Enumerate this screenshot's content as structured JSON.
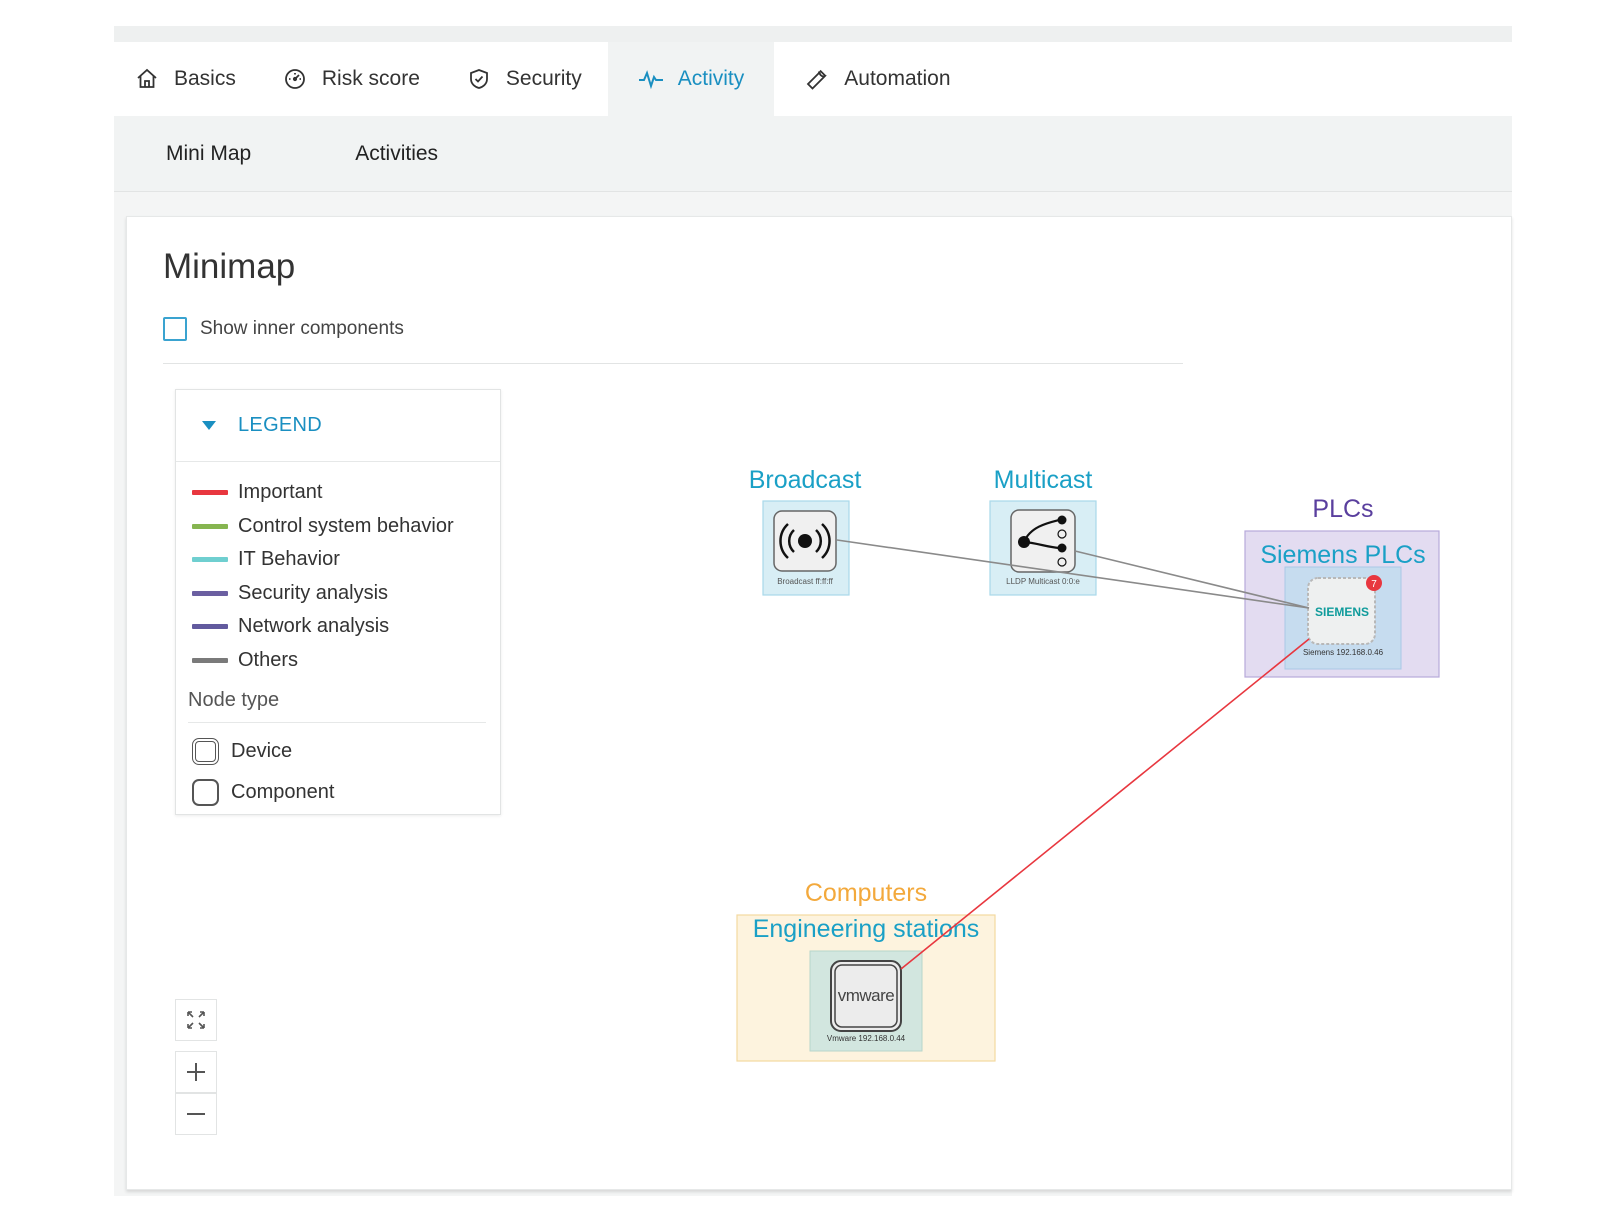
{
  "tabs": [
    {
      "label": "Basics",
      "icon": "home-icon"
    },
    {
      "label": "Risk score",
      "icon": "gauge-icon"
    },
    {
      "label": "Security",
      "icon": "shield-icon"
    },
    {
      "label": "Activity",
      "icon": "activity-pulse-icon",
      "active": true
    },
    {
      "label": "Automation",
      "icon": "wrench-icon"
    }
  ],
  "subtabs": [
    {
      "label": "Mini Map"
    },
    {
      "label": "Activities"
    }
  ],
  "card": {
    "title": "Minimap",
    "show_inner_label": "Show inner components",
    "show_inner_checked": false
  },
  "legend": {
    "header": "LEGEND",
    "items": [
      {
        "label": "Important",
        "color": "#e8373f"
      },
      {
        "label": "Control system behavior",
        "color": "#86b550"
      },
      {
        "label": "IT Behavior",
        "color": "#6fcfd0"
      },
      {
        "label": "Security analysis",
        "color": "#6b5fa1"
      },
      {
        "label": "Network analysis",
        "color": "#625a9e"
      },
      {
        "label": "Others",
        "color": "#7a7a7a"
      }
    ],
    "node_type_title": "Node type",
    "node_types": [
      {
        "label": "Device"
      },
      {
        "label": "Component"
      }
    ]
  },
  "map": {
    "groups": {
      "broadcast": "Broadcast",
      "multicast": "Multicast",
      "plcs": "PLCs",
      "siemens_plcs": "Siemens PLCs",
      "computers": "Computers",
      "engineering": "Engineering stations"
    },
    "nodes": {
      "broadcast": "Broadcast ff:ff:ff",
      "multicast": "LLDP Multicast 0:0:e",
      "siemens": "Siemens 192.168.0.46",
      "siemens_logo": "SIEMENS",
      "siemens_badge": "7",
      "vmware": "Vmware 192.168.0.44",
      "vmware_logo": "vmware"
    },
    "colors": {
      "group_label": "#1aa0c6",
      "plcs_label": "#5a3f9e",
      "computers_label": "#f3a93c",
      "link_other": "#8a8a8a",
      "link_important": "#e8373f"
    }
  }
}
